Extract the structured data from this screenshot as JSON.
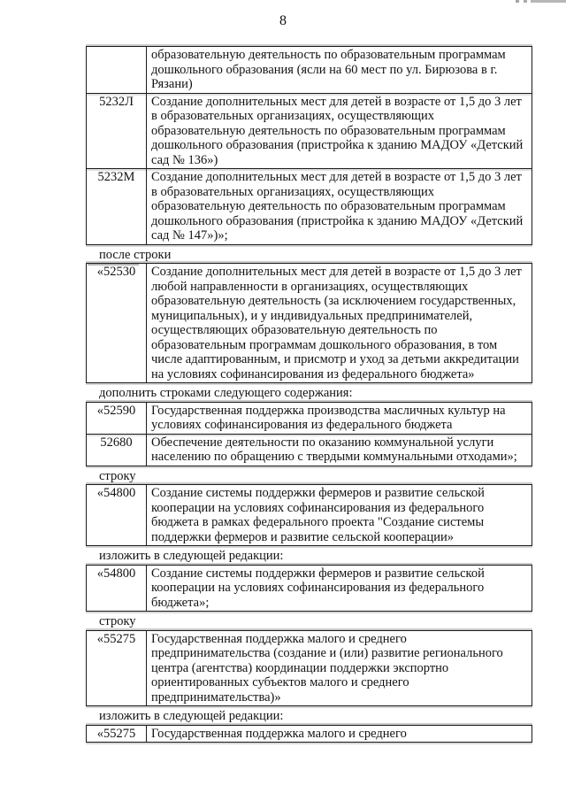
{
  "page": {
    "number": "8"
  },
  "sections": [
    {
      "type": "table",
      "rows": [
        {
          "code": "",
          "lines": [
            "образовательную деятельность по образовательным программам",
            "дошкольного образования (ясли на 60 мест по ул. Бирюзова в г.",
            "Рязани)"
          ]
        },
        {
          "code": "5232Л",
          "lines": [
            "Создание дополнительных мест для детей в возрасте от 1,5 до 3 лет",
            "в образовательных организациях, осуществляющих",
            "образовательную деятельность по образовательным программам",
            "дошкольного образования (пристройка к зданию МАДОУ «Детский",
            "сад № 136»)"
          ]
        },
        {
          "code": "5232М",
          "lines": [
            "Создание дополнительных мест для детей в возрасте от 1,5 до 3 лет",
            "в образовательных организациях, осуществляющих",
            "образовательную деятельность по образовательным программам",
            "дошкольного образования (пристройка к зданию МАДОУ «Детский",
            "сад № 147»)»;"
          ]
        }
      ]
    },
    {
      "type": "para",
      "text": "после строки"
    },
    {
      "type": "table",
      "rows": [
        {
          "code": "«52530",
          "lines": [
            "Создание дополнительных мест для детей в возрасте от 1,5 до 3 лет",
            "любой направленности в организациях, осуществляющих",
            "образовательную деятельность (за исключением государственных,",
            "муниципальных), и у индивидуальных предпринимателей,",
            "осуществляющих образовательную деятельность по",
            "образовательным программам дошкольного образования, в том",
            "числе адаптированным, и присмотр и уход за детьми аккредитации",
            "на условиях софинансирования из федерального бюджета»"
          ]
        }
      ]
    },
    {
      "type": "para",
      "text": "дополнить строками следующего содержания:"
    },
    {
      "type": "table",
      "rows": [
        {
          "code": "«52590",
          "lines": [
            "Государственная поддержка производства масличных культур на",
            "условиях софинансирования из федерального бюджета"
          ]
        },
        {
          "code": "52680",
          "lines": [
            "Обеспечение деятельности по оказанию коммунальной услуги",
            "населению по обращению с твердыми коммунальными отходами»;"
          ]
        }
      ]
    },
    {
      "type": "para",
      "text": "строку"
    },
    {
      "type": "table",
      "rows": [
        {
          "code": "«54800",
          "lines": [
            "Создание системы поддержки фермеров и развитие сельской",
            "кооперации на условиях софинансирования из федерального",
            "бюджета в рамках федерального проекта \"Создание системы",
            "поддержки фермеров и развитие сельской кооперации»"
          ]
        }
      ]
    },
    {
      "type": "para",
      "text": "изложить в следующей редакции:"
    },
    {
      "type": "table",
      "rows": [
        {
          "code": "«54800",
          "lines": [
            "Создание системы поддержки фермеров и развитие сельской",
            "кооперации на условиях софинансирования из федерального",
            "бюджета»;"
          ]
        }
      ]
    },
    {
      "type": "para",
      "text": "строку"
    },
    {
      "type": "table",
      "rows": [
        {
          "code": "«55275",
          "lines": [
            "Государственная поддержка малого и среднего",
            "предпринимательства (создание и (или) развитие регионального",
            "центра (агентства) координации поддержки экспортно",
            "ориентированных субъектов малого и среднего",
            "предпринимательства)»"
          ]
        }
      ]
    },
    {
      "type": "para",
      "text": "изложить в следующей редакции:"
    },
    {
      "type": "table",
      "rows": [
        {
          "code": "«55275",
          "lines": [
            "Государственная поддержка малого и среднего"
          ]
        }
      ]
    }
  ]
}
